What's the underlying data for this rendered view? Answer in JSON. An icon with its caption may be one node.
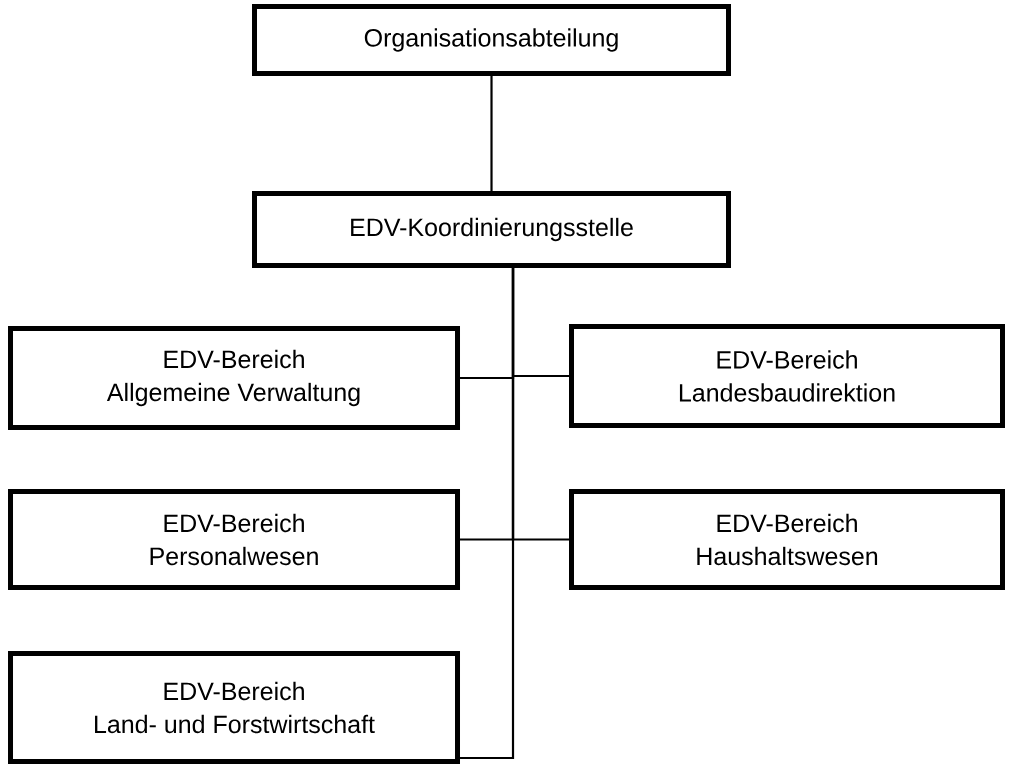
{
  "diagram": {
    "nodes": [
      {
        "text": [
          "Organisationsabteilung"
        ]
      },
      {
        "text": [
          "EDV-Koordinierungsstelle"
        ]
      },
      {
        "text": [
          "EDV-Bereich",
          "Allgemeine Verwaltung"
        ]
      },
      {
        "text": [
          "EDV-Bereich",
          "Landesbaudirektion"
        ]
      },
      {
        "text": [
          "EDV-Bereich",
          "Personalwesen"
        ]
      },
      {
        "text": [
          "EDV-Bereich",
          "Haushaltswesen"
        ]
      },
      {
        "text": [
          "EDV-Bereich",
          "Land- und Forstwirtschaft"
        ]
      }
    ],
    "edges": [
      {
        "from": 0,
        "to": 1,
        "arrow": "none"
      },
      {
        "from": 1,
        "to": 2,
        "arrow": "none"
      },
      {
        "from": 1,
        "to": 3,
        "arrow": "none"
      },
      {
        "from": 1,
        "to": 4,
        "arrow": "none"
      },
      {
        "from": 1,
        "to": 5,
        "arrow": "none"
      },
      {
        "from": 1,
        "to": 6,
        "arrow": "none"
      }
    ]
  }
}
